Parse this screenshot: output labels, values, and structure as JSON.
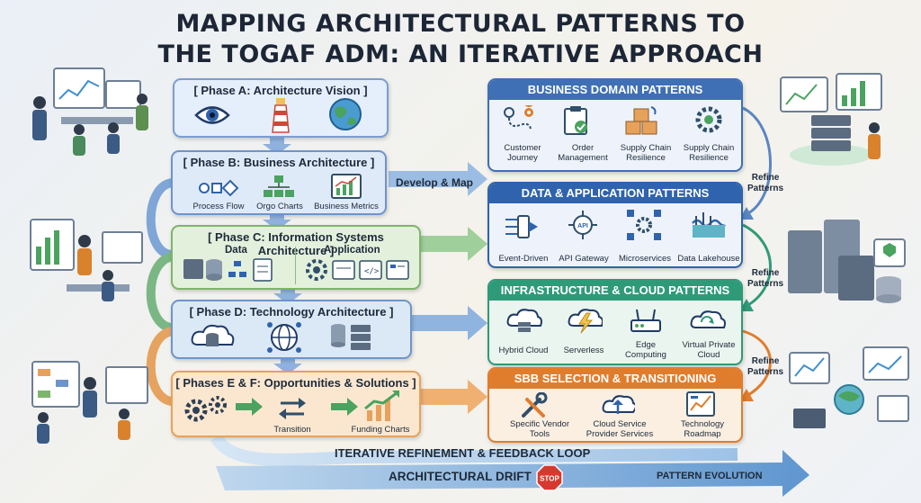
{
  "title_line1": "MAPPING ARCHITECTURAL PATTERNS TO",
  "title_line2": "THE TOGAF ADM: AN ITERATIVE APPROACH",
  "phases": {
    "a": {
      "title": "[ Phase A: Architecture Vision ]"
    },
    "b": {
      "title": "[ Phase B: Business Architecture ]",
      "items": [
        "Process Flow",
        "Orgo Charts",
        "Business Metrics"
      ]
    },
    "c": {
      "title": "[ Phase C: Information Systems Architecture ]",
      "data_label": "Data",
      "app_label": "Application"
    },
    "d": {
      "title": "[ Phase D: Technology Architecture ]"
    },
    "ef": {
      "title": "[ Phases E & F: Opportunities & Solutions ]",
      "items": [
        "Transition",
        "Funding Charts"
      ]
    }
  },
  "patterns": {
    "business": {
      "title": "BUSINESS DOMAIN PATTERNS",
      "items": [
        "Customer\nJourney",
        "Order\nManagement",
        "Supply Chain\nResilience",
        "Supply Chain\nResilience"
      ]
    },
    "data_app": {
      "title": "DATA & APPLICATION PATTERNS",
      "items": [
        "Event-Driven",
        "API Gateway",
        "Microservices",
        "Data Lakehouse"
      ]
    },
    "infra": {
      "title": "INFRASTRUCTURE & CLOUD PATTERNS",
      "items": [
        "Hybrid Cloud",
        "Serverless",
        "Edge\nComputing",
        "Virtual Private\nCloud"
      ]
    },
    "sbb": {
      "title": "SBB SELECTION & TRANSITIONING",
      "items": [
        "Specific Vendor\nTools",
        "Cloud Service\nProvider Services",
        "Technology\nRoadmap"
      ]
    }
  },
  "api_badge": "API",
  "develop_map": "Develop & Map",
  "refine": "Refine\nPatterns",
  "iterative_loop": "ITERATIVE REFINEMENT & FEEDBACK LOOP",
  "drift": "ARCHITECTURAL DRIFT",
  "stop": "STOP",
  "evolution": "PATTERN EVOLUTION",
  "colors": {
    "blue": "#3f6fb4",
    "green": "#2f9a78",
    "orange": "#e07d2d",
    "arrow": "#5b86c2"
  }
}
